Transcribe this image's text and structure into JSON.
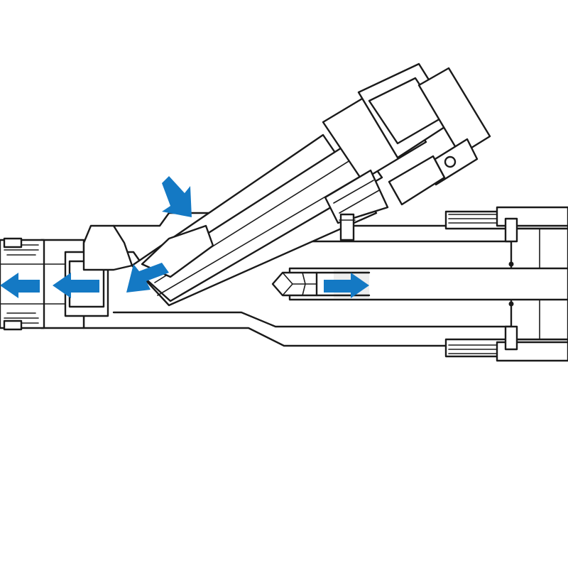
{
  "figure": {
    "background": "#ffffff",
    "line_color": "#1a1a1a",
    "arrow_color": "#1479c4"
  },
  "arrows": [
    {
      "id": "arrow-intake-diagonal",
      "direction": "down-right"
    },
    {
      "id": "arrow-outlet-left-outer",
      "direction": "left"
    },
    {
      "id": "arrow-outlet-left-inner",
      "direction": "left"
    },
    {
      "id": "arrow-branch-down-left",
      "direction": "down-left"
    },
    {
      "id": "arrow-core-right",
      "direction": "right"
    }
  ]
}
